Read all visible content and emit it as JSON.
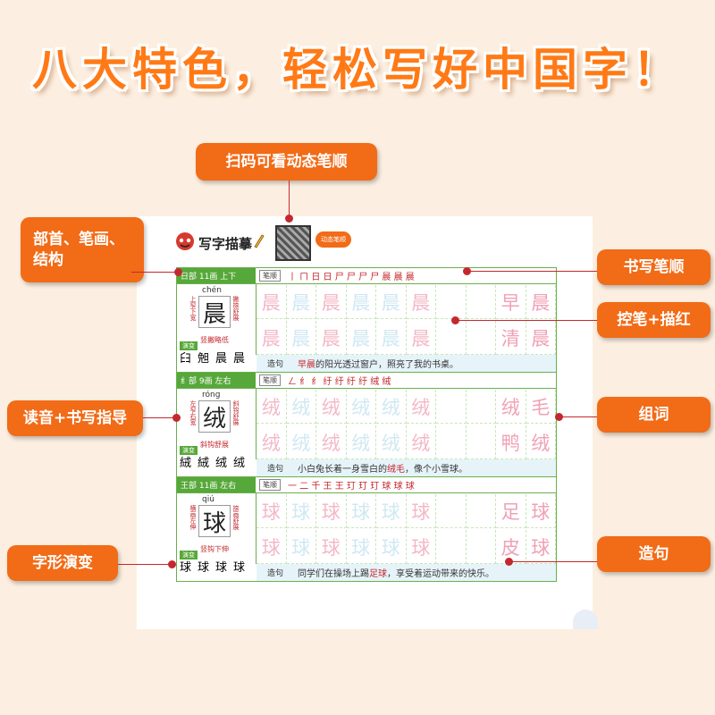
{
  "headline": "八大特色，轻松写好中国字！",
  "sheet": {
    "title": "写字描摹",
    "bubble": "动态笔顺"
  },
  "callouts": {
    "qr": "扫码可看动态笔顺",
    "radical": "部首、笔画、\n结构",
    "stroke_order": "书写笔顺",
    "trace": "控笔+描红",
    "pinyin": "读音+书写指导",
    "words": "组词",
    "evolution": "字形演变",
    "sentence": "造句"
  },
  "blocks": [
    {
      "header": "日部  11画  上下",
      "stroke_label": "笔顺",
      "strokes": "丨 ㄇ 日 日 尸 尸 尸 尸 晨 晨 晨",
      "pinyin": "chén",
      "char": "晨",
      "side_left": "上窄下宽",
      "side_right": "撇捺舒展",
      "radical_note": "竖撇略低",
      "evo_label": "演变",
      "evo": [
        "𦥑",
        "𣆶",
        "晨",
        "晨"
      ],
      "word_chars": [
        "早",
        "晨",
        "清",
        "晨"
      ],
      "sentence_label": "造句",
      "sentence_pre": "",
      "sentence_hl": "早晨",
      "sentence_post": "的阳光透过窗户，照亮了我的书桌。"
    },
    {
      "header": "纟部  9画  左右",
      "stroke_label": "笔顺",
      "strokes": "ㄥ 纟 纟 纡 纡 纡 纡 绒 绒",
      "pinyin": "róng",
      "char": "绒",
      "side_left": "左窄右宽",
      "side_right": "斜钩舒展",
      "radical_note": "斜钩舒展",
      "evo_label": "演变",
      "evo": [
        "絨",
        "絨",
        "绒",
        "绒"
      ],
      "word_chars": [
        "绒",
        "毛",
        "鸭",
        "绒"
      ],
      "sentence_label": "造句",
      "sentence_pre": "小白兔长着一身雪白的",
      "sentence_hl": "绒毛",
      "sentence_post": "，像个小雪球。"
    },
    {
      "header": "王部  11画  左右",
      "stroke_label": "笔顺",
      "strokes": "一 二 千 王 王 玎 玎 玎 球 球 球",
      "pinyin": "qiú",
      "char": "球",
      "side_left": "横画左伸",
      "side_right": "捺画舒展",
      "radical_note": "竖钩下伸",
      "evo_label": "演变",
      "evo": [
        "球",
        "球",
        "球",
        "球"
      ],
      "word_chars": [
        "足",
        "球",
        "皮",
        "球"
      ],
      "sentence_label": "造句",
      "sentence_pre": "同学们在操场上踢",
      "sentence_hl": "足球",
      "sentence_post": "，享受着运动带来的快乐。"
    }
  ],
  "colors": {
    "accent": "#f26b17",
    "line": "#c4282e",
    "green": "#57a83a",
    "trace_pink": "#f3b8c7"
  }
}
